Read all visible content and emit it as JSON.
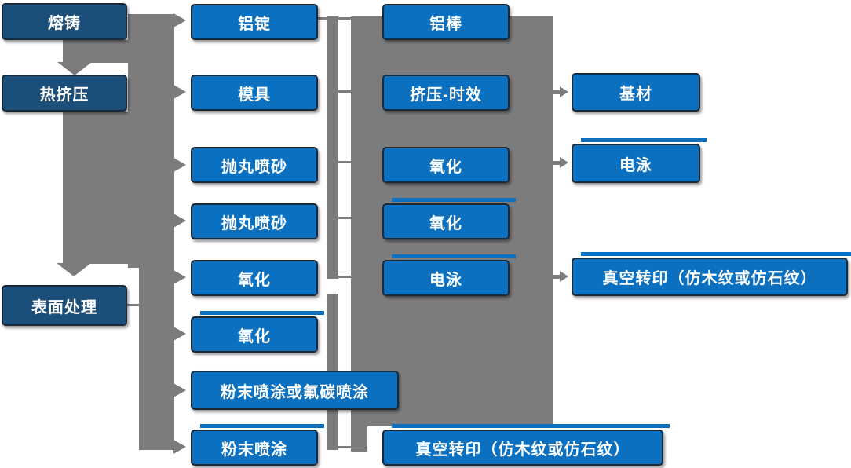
{
  "diagram": {
    "title_hint": "aluminum-profile-process-flow",
    "col1": {
      "melting_casting": "熔铸",
      "hot_extrusion": "热挤压",
      "surface_treatment": "表面处理"
    },
    "col2": {
      "aluminum_ingot": "铝锭",
      "mold": "模具",
      "shot_blasting_1": "抛丸喷砂",
      "shot_blasting_2": "抛丸喷砂",
      "oxidation_1": "氧化",
      "oxidation_2": "氧化",
      "powder_or_fluorocarbon_coating": "粉末喷涂或氟碳喷涂",
      "powder_coating": "粉末喷涂"
    },
    "col3": {
      "aluminum_rod": "铝棒",
      "extrusion_aging": "挤压-时效",
      "oxidation_1": "氧化",
      "oxidation_2": "氧化",
      "electrophoresis": "电泳",
      "vacuum_transfer": "真空转印（仿木纹或仿石纹）"
    },
    "col4": {
      "base_material": "基材",
      "electrophoresis": "电泳",
      "vacuum_transfer": "真空转印（仿木纹或仿石纹）"
    },
    "colors": {
      "dark_blue": "#1B4E79",
      "blue": "#0B70C0",
      "gray": "#7C7C7C",
      "outline": "#1B2836",
      "text": "#FFFFFF"
    }
  }
}
